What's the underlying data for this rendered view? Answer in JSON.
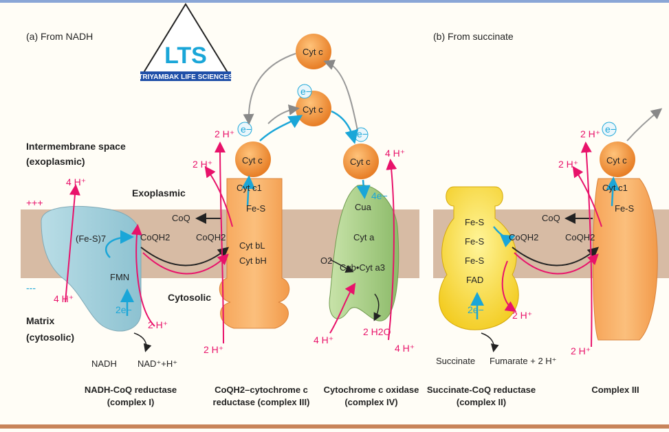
{
  "logo": {
    "text": "TRIYAMBAK LIFE SCIENCES",
    "letters": "LTS"
  },
  "panel_a": {
    "title": "(a) From NADH",
    "intermembrane": "Intermembrane space",
    "exoplasmic_paren": "(exoplasmic)",
    "exoplasmic": "Exoplasmic",
    "cytosolic": "Cytosolic",
    "matrix": "Matrix",
    "cytosolic_paren": "(cytosolic)",
    "plus": "+++",
    "minus": "---",
    "complex1": {
      "fes": "(Fe-S)7",
      "fmn": "FMN",
      "e": "2e−",
      "h_top": "4 H⁺",
      "h_left": "4 H⁺",
      "h_bottom": "2 H⁺",
      "nadh": "NADH",
      "nad": "NAD⁺+H⁺",
      "caption1": "NADH-CoQ reductase",
      "caption2": "(complex I)"
    },
    "coq": "CoQ",
    "coqh2": "CoQH2",
    "coqh2_b": "CoQH2",
    "complex3": {
      "cytc1": "Cyt c1",
      "fes": "Fe-S",
      "cytbl": "Cyt bL",
      "cytbh": "Cyt bH",
      "h1": "2 H⁺",
      "h2": "2 H⁺",
      "h3": "2 H⁺",
      "cytc": "Cyt c",
      "e": "e−",
      "caption1": "CoQH2–cytochrome c",
      "caption2": "reductase (complex III)"
    },
    "mobile": {
      "cytc_top": "Cyt c",
      "cytc_mid": "Cyt c",
      "e": "e−"
    },
    "complex4": {
      "cytc": "Cyt c",
      "e": "e−",
      "fe": "4e−",
      "cua": "Cua",
      "cyta": "Cyt a",
      "cub": "Cub•Cyt a3",
      "o2": "O2",
      "h2o": "2 H2O",
      "h_top": "4 H⁺",
      "h_in": "4 H⁺",
      "h_bot": "4 H⁺",
      "caption1": "Cytochrome c oxidase",
      "caption2": "(complex IV)"
    }
  },
  "panel_b": {
    "title": "(b) From succinate",
    "complex2": {
      "fes1": "Fe-S",
      "fes2": "Fe-S",
      "fes3": "Fe-S",
      "fad": "FAD",
      "e": "2e−",
      "h": "2 H⁺",
      "succinate": "Succinate",
      "fumarate": "Fumarate + 2 H⁺",
      "caption1": "Succinate-CoQ reductase",
      "caption2": "(complex II)"
    },
    "coq": "CoQ",
    "coqh2": "CoQH2",
    "coqh2_b": "CoQH2",
    "complex3": {
      "cytc1": "Cyt c1",
      "fes": "Fe-S",
      "h1": "2 H⁺",
      "h2": "2 H⁺",
      "h3": "2 H⁺",
      "cytc": "Cyt c",
      "e": "e−",
      "caption": "Complex III"
    }
  }
}
